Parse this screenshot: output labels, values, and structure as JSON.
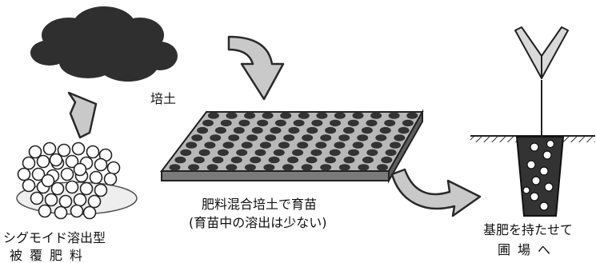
{
  "labels": {
    "soil": "培土",
    "fertilizer_line1": "シグモイド溶出型",
    "fertilizer_line2": "被覆肥料",
    "tray_line1": "肥料混合培土で育苗",
    "tray_line2": "(育苗中の溶出は少ない)",
    "field_line1": "基肥を持たせて",
    "field_line2": "圃場へ"
  },
  "tray": {
    "rows": 8,
    "cols": 12
  },
  "colors": {
    "cloud": "#2f2f2f",
    "arrow_fill": "#c9c9c9",
    "arrow_stroke": "#2a2a2a",
    "tray_top": "#b8b8b8",
    "tray_side": "#7a7a7a",
    "cell": "#333333",
    "pot": "#333333",
    "pellet": "#ffffff"
  }
}
